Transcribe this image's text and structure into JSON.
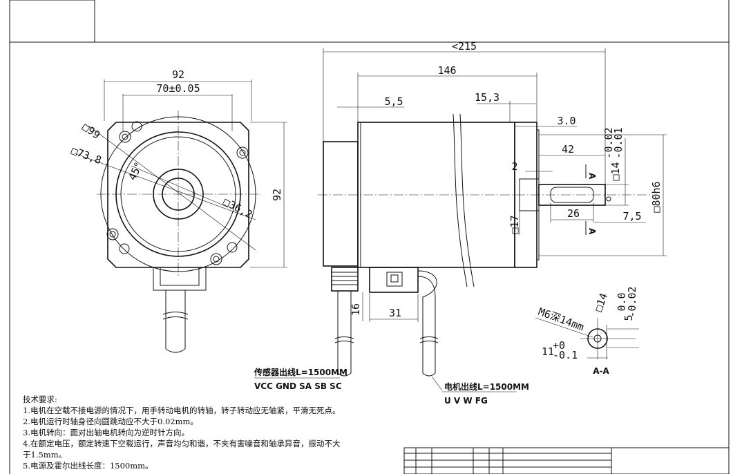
{
  "front_view": {
    "width": "92",
    "hole_pitch": "70±0.05",
    "height": "92",
    "square_99": "□99",
    "square_73_8": "□73,8",
    "angle": "45°",
    "square_36_2": "□36,2"
  },
  "side_view": {
    "overall_length": "<215",
    "body_length": "146",
    "d5_5": "5,5",
    "d15_3": "15,3",
    "d3_0": "3.0",
    "d42": "42",
    "d2": "2",
    "d26": "26",
    "d7_5": "7,5",
    "d16": "16",
    "d31": "31",
    "sq17": "□17",
    "sq80h6": "□80h6",
    "sq14_tol_main": "□14",
    "sq14_tol_upper": "-0.02",
    "sq14_tol_lower": "-0.01",
    "section_mark_top": "A",
    "section_mark_bottom": "A"
  },
  "section_view": {
    "thread": "M6深14mm",
    "sq14": "□14",
    "d5_main": "5",
    "d5_upper": "0.0",
    "d5_lower": "-0.02",
    "d11_main": "11",
    "d11_upper": "+0",
    "d11_lower": "-0.1",
    "section_name": "A-A"
  },
  "cables": {
    "sensor_label": "传感器出线L=1500MM",
    "sensor_pins": "VCC GND SA SB SC",
    "motor_label": "电机出线L=1500MM",
    "motor_pins": "U V W FG"
  },
  "notes": {
    "title": "技术要求:",
    "items": [
      "1.电机在空载不接电源的情况下，用手转动电机的转轴，转子转动应无轴紧，平滑无死点。",
      "2.电机运行时轴身径向圆跳动应不大于0.02mm。",
      "3.电机转向：面对出轴电机转向为逆时针方向。",
      "4.在额定电压，额定转速下空载运行，声音均匀和谐，不夹有害噪音和轴承异音，振动不大",
      "于1.5mm。",
      "5.电源及霍尔出线长度：1500mm。"
    ]
  }
}
